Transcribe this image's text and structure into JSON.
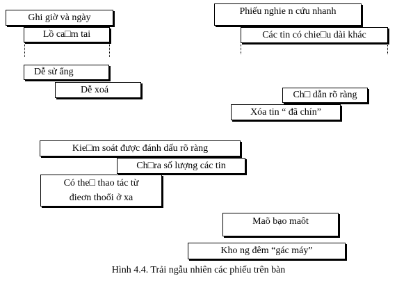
{
  "cards": {
    "c1": "Ghi giờ và ngày",
    "c2": "Lồ ca□m tai",
    "c3": "Phiếu nghie n cứu nhanh",
    "c4": "Các tin có chie□u dài khác",
    "c5": "Dễ sử ẩng",
    "c6": "Dễ xoá",
    "c7": "Ch□ dẫn rõ ràng",
    "c8": "Xóa tin “ đã chín”",
    "c9": "Kie□m soát được đánh dấu rõ ràng",
    "c10": "Ch□ra số lượng các tin",
    "c11": [
      "Có the□ thao tác từ",
      "đieơn thoổi ở xa"
    ],
    "c12": "Maõ bạo maôt",
    "c13": "Kho ng đêm “gác máy”"
  },
  "caption": "Hình 4.4. Trải ngẫu nhiên các phiếu trên bàn"
}
